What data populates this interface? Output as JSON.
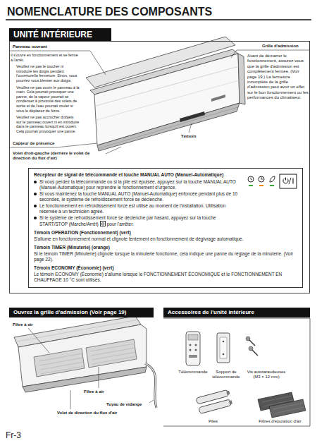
{
  "diagram": {
    "title": "NOMENCLATURE DES COMPOSANTS",
    "nodes": [
      {
        "text": [
          "UNITÉ INTÉRIEURE"
        ]
      },
      {
        "text": [
          "Récepteur de signal de télécommande et touche MANUAL AUTO (Manuel-Automatique)",
          "Si vous perdez la télécommande ou si la pile est épuisée, appuyez sur la touche MANUAL AUTO (Manuel-Automatique) pour reprendre le fonctionnement d'urgence.",
          "Si vous maintenez la touche MANUAL AUTO (Manuel-Automatique) enfoncée pendant plus de 10 secondes, le système de refroidissement forcé se déclenche.",
          "Le fonctionnement en refroidissement forcé est utilisé au moment de l'installation. Utilisation réservée à un technicien agréé.",
          "Si le système de refroidissement forcé se déclenche par hasard, appuyez sur la touche START/STOP (Marche/Arrêt)",
          "pour l'arrêter.",
          "Témoin OPERATION (Fonctionnement) (vert)",
          "S'allume en fonctionnement normal et clignote lentement en fonctionnement de dégivrage automatique.",
          "Témoin TIMER (Minuterie) (orange)",
          "Si le témoin TIMER (Minuterie) clignote lorsque la minuterie fonctionne, cela indique une panne du réglage de la minuterie. (Voir page 22).",
          "Témoin ECONOMY (Économie) (vert)",
          "Le témoin ECONOMY (Économie) s'allume lorsque le FONCTIONNEMENT ÉCONOMIQUE et le FONCTIONNEMENT EN CHAUFFAGE 10 °C sont utilisés."
        ]
      },
      {
        "text": [
          "Ouvrez la grille d'admission (Voir page 19)"
        ]
      },
      {
        "text": [
          "Accessoires de l'unité intérieure"
        ]
      }
    ],
    "labels": [
      "Panneau ouvrant",
      "Il s'ouvre en fonctionnement et se ferme à l'arrêt.",
      "Veuillez ne pas le toucher ni introduire les doigts pendant l'ouverture/la fermeture. Sinon, vous pourriez vous blesser aux doigts.",
      "Veuillez ne pas ouvrir le panneau à la main. Cela pourrait provoquer une panne, de la vapeur pourrait se condenser à proximité des volets de sortie et de l'eau pourrait couler si vous le déplacez de force.",
      "Veuillez ne pas accrocher d'objets sur le panneau ouvert ni en introduire dans le panneau lorsqu'il est ouvert. Cela pourrait provoquer une panne.",
      "Capteur de présence",
      "Volet droit-gauche (derrière le volet de direction du flux d'air)",
      "Grille d'admission",
      "Avant de démarrer le fonctionnement, assurez-vous que la grille d'admission est complètement fermée. (Voir page 19.) La fermeture incomplète de la grille d'admission peut avoir un effet sur le bon fonctionnement ou les performances du climatiseur.",
      "Témoin",
      "Filtre à air",
      "Filtre à air",
      "Tuyau de vidange",
      "Volet de direction du flux d'air",
      "Télécommande",
      "Support de télécommande",
      "Vis autotaraudeuses (M3 × 12 mm)",
      "Piles",
      "Filtres d'épuration d'air",
      "Fr-3"
    ]
  }
}
